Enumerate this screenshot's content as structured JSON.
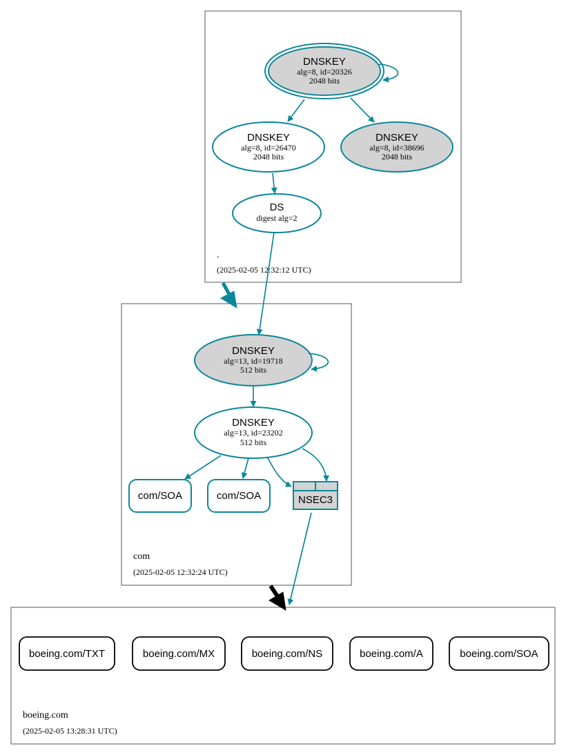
{
  "zones": {
    "root": {
      "name": ".",
      "timestamp": "(2025-02-05 12:32:12 UTC)",
      "ksk": {
        "title": "DNSKEY",
        "line1": "alg=8, id=20326",
        "line2": "2048 bits"
      },
      "zsk": {
        "title": "DNSKEY",
        "line1": "alg=8, id=26470",
        "line2": "2048 bits"
      },
      "key3": {
        "title": "DNSKEY",
        "line1": "alg=8, id=38696",
        "line2": "2048 bits"
      },
      "ds": {
        "title": "DS",
        "line1": "digest alg=2"
      }
    },
    "com": {
      "name": "com",
      "timestamp": "(2025-02-05 12:32:24 UTC)",
      "ksk": {
        "title": "DNSKEY",
        "line1": "alg=13, id=19718",
        "line2": "512 bits"
      },
      "zsk": {
        "title": "DNSKEY",
        "line1": "alg=13, id=23202",
        "line2": "512 bits"
      },
      "soa1": "com/SOA",
      "soa2": "com/SOA",
      "nsec3": "NSEC3"
    },
    "boeing": {
      "name": "boeing.com",
      "timestamp": "(2025-02-05 13:28:31 UTC)",
      "records": [
        "boeing.com/TXT",
        "boeing.com/MX",
        "boeing.com/NS",
        "boeing.com/A",
        "boeing.com/SOA"
      ]
    }
  },
  "colors": {
    "edge": "#0a879a",
    "secure_fill": "#d3d3d3",
    "insecure_delegation": "#000000"
  }
}
